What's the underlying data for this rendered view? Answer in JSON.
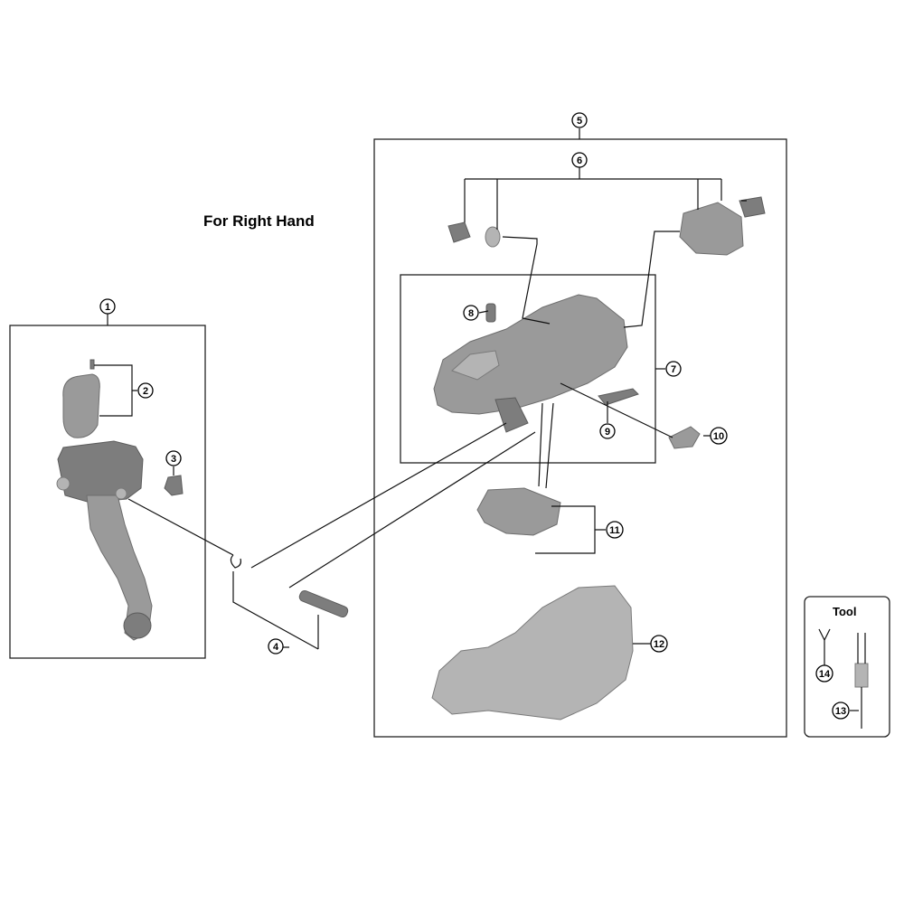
{
  "title": "For Right Hand",
  "tool_box": {
    "title": "Tool"
  },
  "callouts": {
    "c1": "1",
    "c2": "2",
    "c3": "3",
    "c4": "4",
    "c5": "5",
    "c6": "6",
    "c7": "7",
    "c8": "8",
    "c9": "9",
    "c10": "10",
    "c11": "11",
    "c12": "12",
    "c13": "13",
    "c14": "14"
  }
}
